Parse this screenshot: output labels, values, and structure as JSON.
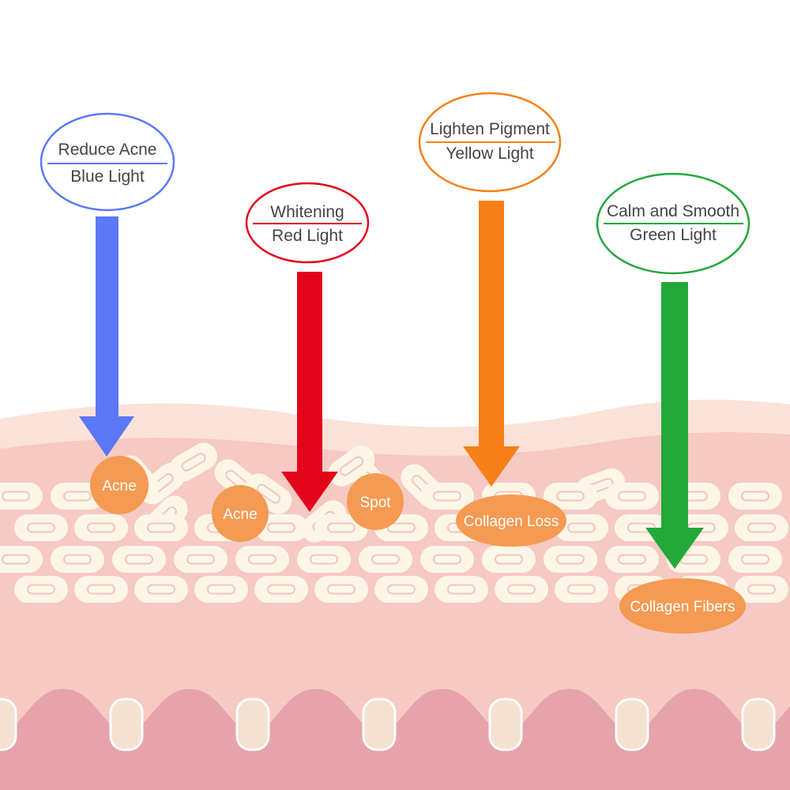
{
  "colors": {
    "blue": "#5b78f6",
    "red": "#e2041b",
    "orange": "#f77f19",
    "green": "#23a83a",
    "spot": "#f59a52",
    "cell": "#fdf6e6",
    "skin_top": "#fbe2d9",
    "skin_mid": "#f6c9c3",
    "skin_base": "#e6a3ab"
  },
  "lights": [
    {
      "name": "blue-light",
      "effect": "Reduce Acne",
      "color_label": "Blue Light",
      "color": "#5b78f6"
    },
    {
      "name": "red-light",
      "effect": "Whitening",
      "color_label": "Red Light",
      "color": "#e2041b"
    },
    {
      "name": "yellow-light",
      "effect": "Lighten Pigment",
      "color_label": "Yellow Light",
      "color": "#f77f19"
    },
    {
      "name": "green-light",
      "effect": "Calm and Smooth",
      "color_label": "Green Light",
      "color": "#23a83a"
    }
  ],
  "spots": {
    "acne_1": "Acne",
    "acne_2": "Acne",
    "spot": "Spot",
    "collagen_loss": "Collagen Loss",
    "collagen_fibers": "Collagen Fibers"
  }
}
